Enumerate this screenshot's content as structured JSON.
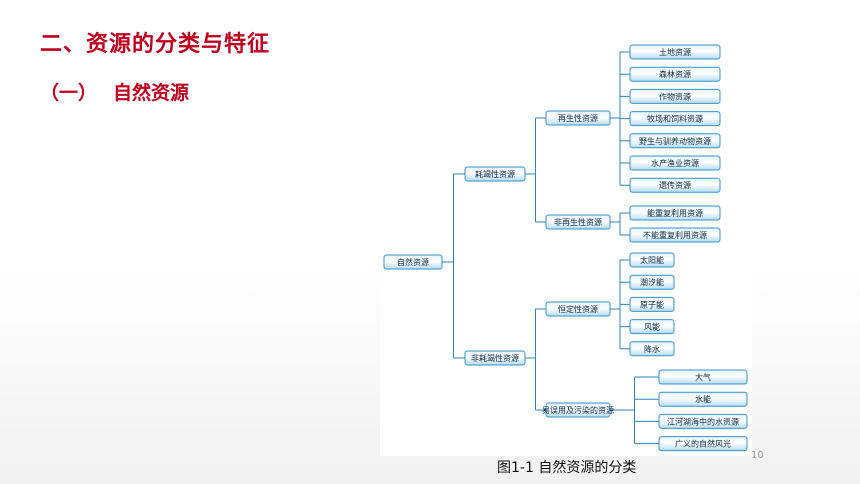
{
  "slide": {
    "title": "二、资源的分类与特征",
    "subtitle_num": "（一）",
    "subtitle_text": "自然资源",
    "caption": "图1-1  自然资源的分类",
    "page_number": "10"
  },
  "diagram": {
    "root": "自然资源",
    "branches": [
      {
        "label": "耗竭性资源",
        "groups": [
          {
            "label": "再生性资源",
            "items": [
              "土地资源",
              "森林资源",
              "作物资源",
              "牧场和饲料资源",
              "野生与驯养动物资源",
              "水产渔业资源",
              "遗传资源"
            ]
          },
          {
            "label": "非再生性资源",
            "items": [
              "能重复利用资源",
              "不能重复利用资源"
            ]
          }
        ]
      },
      {
        "label": "非耗竭性资源",
        "groups": [
          {
            "label": "恒定性资源",
            "items": [
              "太阳能",
              "潮汐能",
              "原子能",
              "风能",
              "降水"
            ]
          },
          {
            "label": "易误用及污染的资源",
            "items": [
              "大气",
              "水能",
              "江河湖海中的水资源",
              "广义的自然风光"
            ]
          }
        ]
      }
    ]
  }
}
